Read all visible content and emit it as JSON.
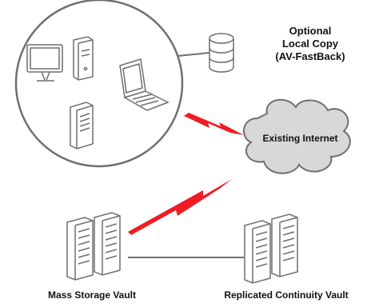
{
  "labels": {
    "partial_title": "",
    "local_copy_line1": "Optional",
    "local_copy_line2": "Local Copy",
    "local_copy_line3": "(AV-FastBack)",
    "internet": "Existing Internet",
    "mass_vault": "Mass Storage Vault",
    "replicated_vault": "Replicated Continuity Vault"
  },
  "colors": {
    "outline": "#6f6f6f",
    "cloud_fill": "#d8d8d8",
    "bolt": "#ee1c25",
    "device_fill": "#ffffff"
  },
  "icons": [
    "desktop-monitor-icon",
    "tower-pc-icon",
    "laptop-icon",
    "server-tower-icon",
    "database-icon",
    "cloud-icon",
    "lightning-bolt-icon",
    "server-rack-icon"
  ]
}
